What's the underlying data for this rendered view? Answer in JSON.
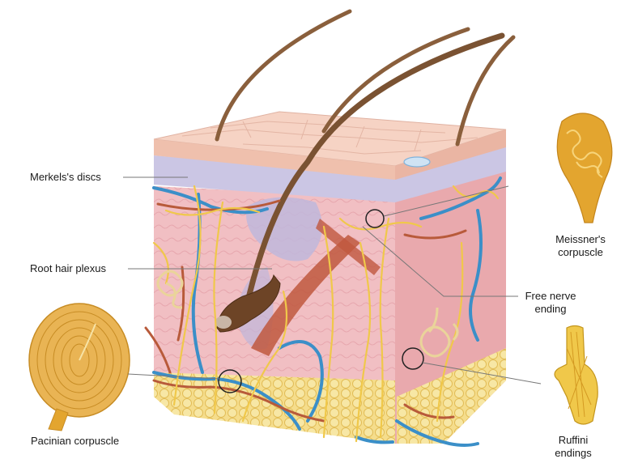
{
  "labels": {
    "merkels_discs": "Merkels's discs",
    "root_hair_plexus": "Root hair plexus",
    "pacinian_corpuscle": "Pacinian corpuscle",
    "meissners_line1": "Meissner's",
    "meissners_line2": "corpuscle",
    "free_nerve_line1": "Free nerve",
    "free_nerve_line2": "ending",
    "ruffini_line1": "Ruffini",
    "ruffini_line2": "endings"
  },
  "colors": {
    "epidermis": "#f2c2b0",
    "epidermis_top": "#f6d2c3",
    "basal_layer": "#c9c4e2",
    "dermis": "#f0bcc0",
    "hypodermis": "#f2d27a",
    "nerve": "#f0c84a",
    "vein": "#3b8fc8",
    "artery": "#b85a3a",
    "hair": "#7a5232",
    "corpuscle": "#e3a52f",
    "leader_line": "#777777"
  }
}
